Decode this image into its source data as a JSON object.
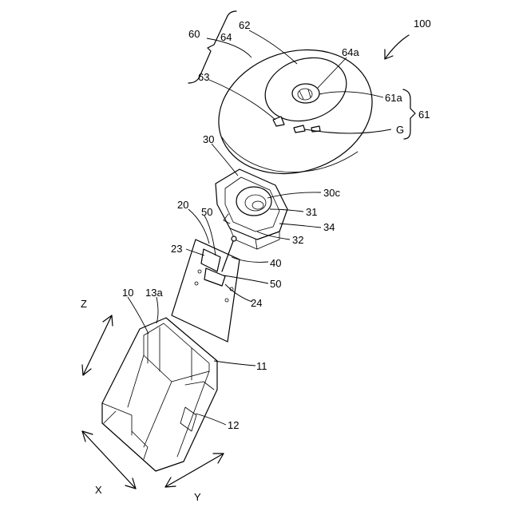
{
  "labels": {
    "l100": "100",
    "l60": "60",
    "l62": "62",
    "l64": "64",
    "l64a": "64a",
    "l63": "63",
    "l61a": "61a",
    "l61": "61",
    "lG": "G",
    "l30": "30",
    "l30c": "30c",
    "l31": "31",
    "l34": "34",
    "l32": "32",
    "l20": "20",
    "l50a": "50",
    "l23": "23",
    "l40": "40",
    "l50b": "50",
    "l24": "24",
    "l10": "10",
    "l13a": "13a",
    "l11": "11",
    "l12": "12"
  },
  "axes": {
    "z": "Z",
    "x": "X",
    "y": "Y"
  }
}
